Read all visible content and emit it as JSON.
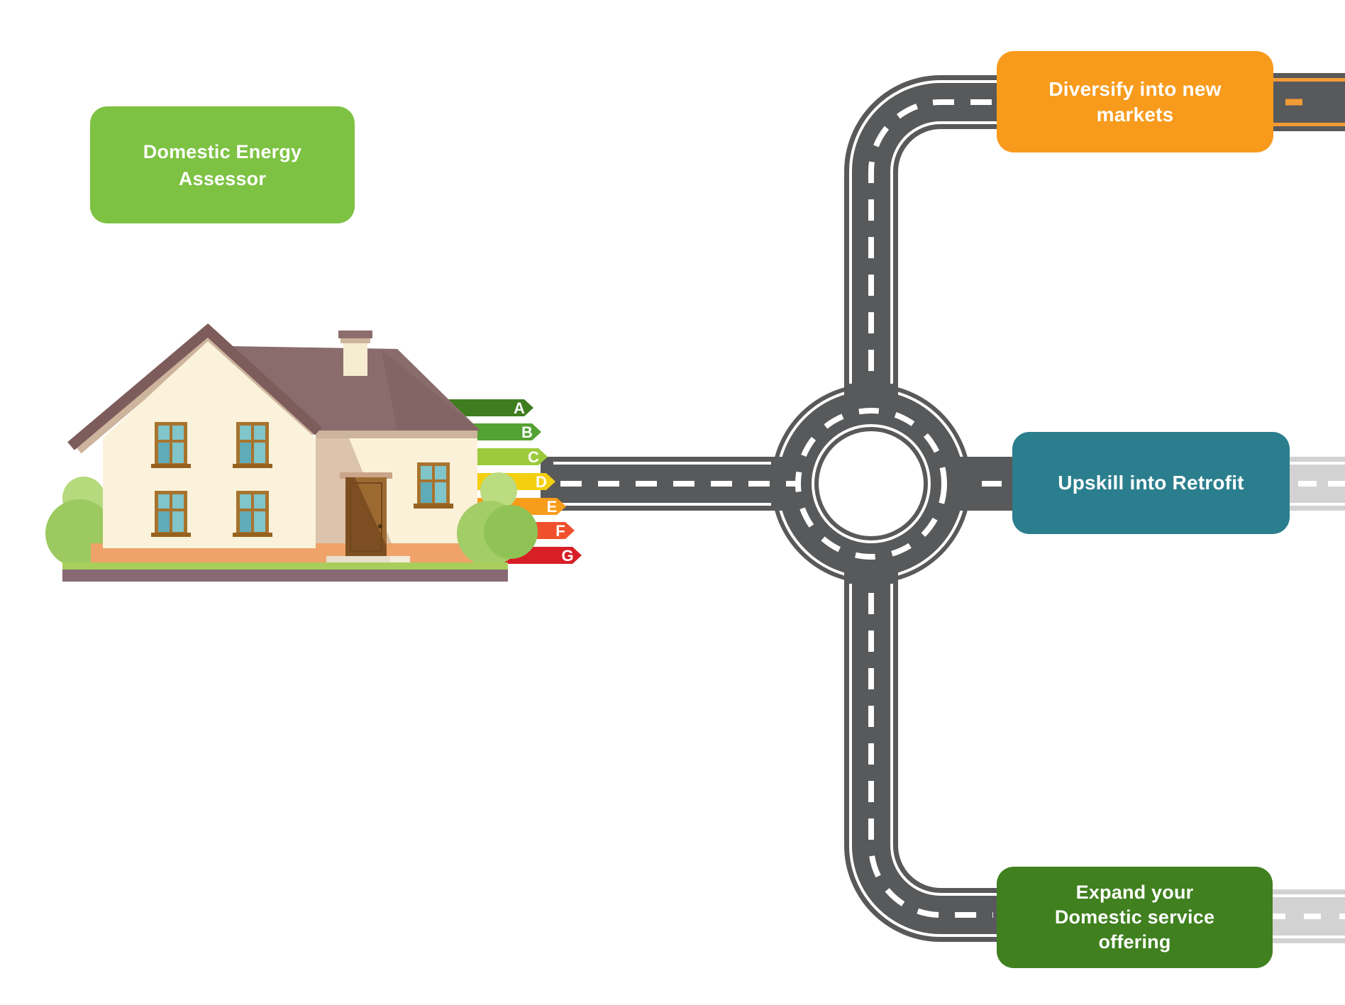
{
  "title_box": {
    "lines": [
      "Domestic Energy",
      "Assessor"
    ],
    "color": "#7dc243"
  },
  "destination_boxes": [
    {
      "id": "diversify",
      "lines": [
        "Diversify into new",
        "markets"
      ],
      "color": "#f89b1d"
    },
    {
      "id": "upskill",
      "lines": [
        "Upskill into Retrofit"
      ],
      "color": "#2b7e8d"
    },
    {
      "id": "expand",
      "lines": [
        "Expand your",
        "Domestic service",
        "offering"
      ],
      "color": "#40801f"
    }
  ],
  "energy_scale": {
    "ratings": [
      {
        "letter": "A",
        "color": "#3f7d20"
      },
      {
        "letter": "B",
        "color": "#54a233"
      },
      {
        "letter": "C",
        "color": "#9bcb3c"
      },
      {
        "letter": "D",
        "color": "#f3cf0f"
      },
      {
        "letter": "E",
        "color": "#f89c1b"
      },
      {
        "letter": "F",
        "color": "#f0512c"
      },
      {
        "letter": "G",
        "color": "#d81f26"
      }
    ]
  },
  "road_colors": {
    "surface": "#58595a",
    "faded_surface": "#d2d2d3",
    "marking": "#ffffff",
    "diversify_marking": "#f39b35"
  }
}
